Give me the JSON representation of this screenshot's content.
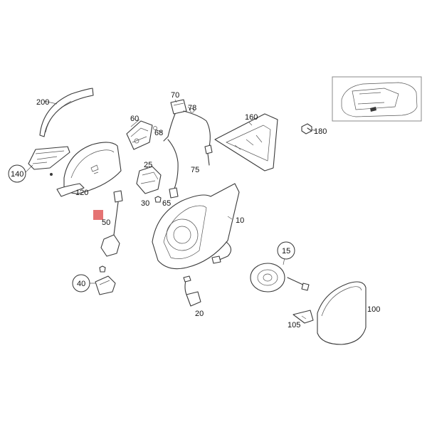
{
  "parts": [
    {
      "id": "p200",
      "label": "200"
    },
    {
      "id": "p140",
      "label": "140"
    },
    {
      "id": "p120",
      "label": "120"
    },
    {
      "id": "p60",
      "label": "60"
    },
    {
      "id": "p68",
      "label": "68"
    },
    {
      "id": "p70",
      "label": "70"
    },
    {
      "id": "p78",
      "label": "78"
    },
    {
      "id": "p25",
      "label": "25"
    },
    {
      "id": "p30",
      "label": "30"
    },
    {
      "id": "p65",
      "label": "65"
    },
    {
      "id": "p75",
      "label": "75"
    },
    {
      "id": "p160",
      "label": "160"
    },
    {
      "id": "p180",
      "label": "180"
    },
    {
      "id": "p10",
      "label": "10"
    },
    {
      "id": "p50",
      "label": "50"
    },
    {
      "id": "p40",
      "label": "40"
    },
    {
      "id": "p20",
      "label": "20"
    },
    {
      "id": "p15",
      "label": "15"
    },
    {
      "id": "p100",
      "label": "100"
    },
    {
      "id": "p105",
      "label": "105"
    }
  ],
  "colors": {
    "line": "#3a3a3a",
    "marker": "#e57373",
    "frame": "#888888"
  }
}
